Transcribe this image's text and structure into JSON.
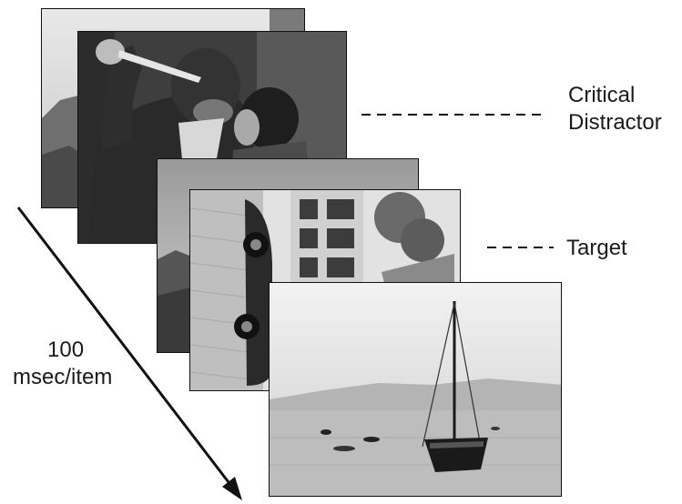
{
  "labels": {
    "critical_line1": "Critical",
    "critical_line2": "Distractor",
    "target": "Target",
    "rate_line1": "100",
    "rate_line2": "msec/item"
  }
}
